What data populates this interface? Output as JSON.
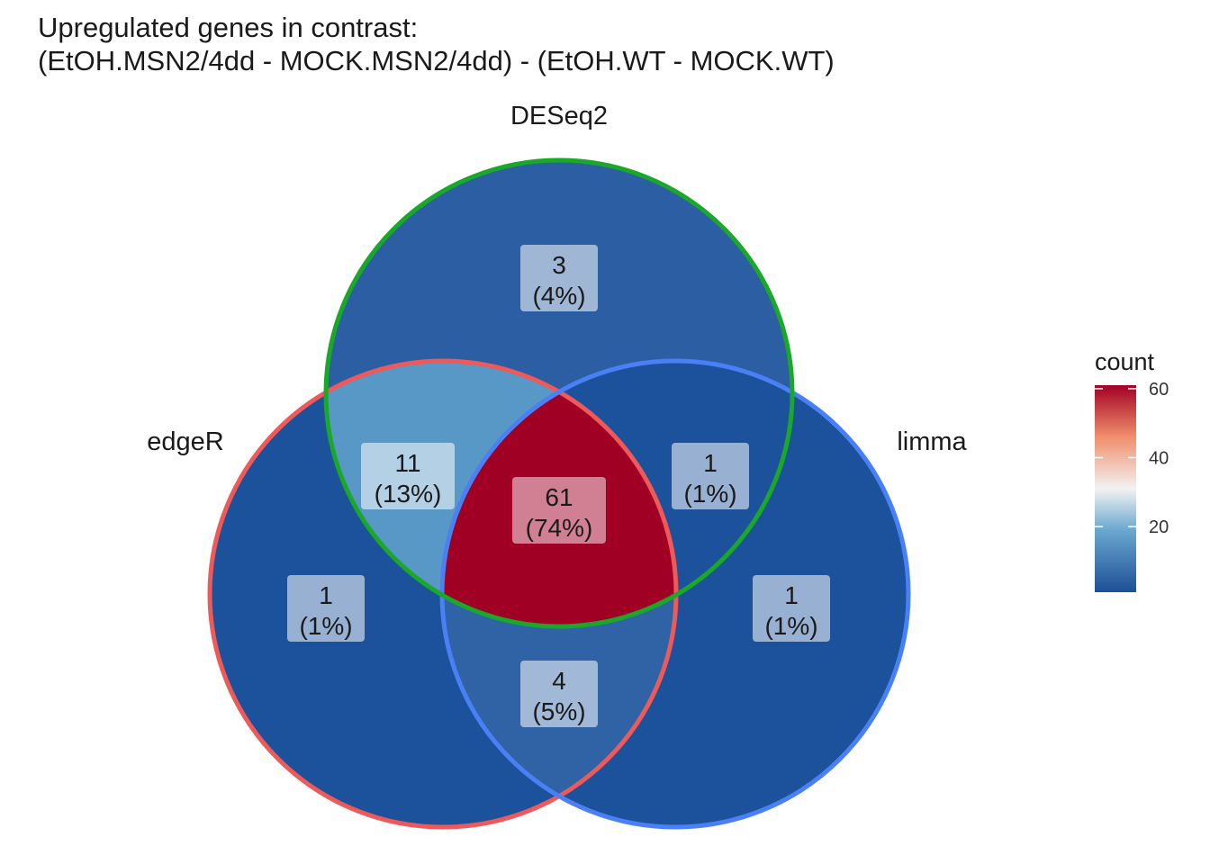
{
  "title": {
    "line1": "Upregulated genes in contrast:",
    "line2": "(EtOH.MSN2/4dd - MOCK.MSN2/4dd) - (EtOH.WT - MOCK.WT)"
  },
  "sets": {
    "deseq2": {
      "label": "DESeq2",
      "border_color": "#1aa828"
    },
    "edger": {
      "label": "edgeR",
      "border_color": "#ee5a5a"
    },
    "limma": {
      "label": "limma",
      "border_color": "#4a80f5"
    }
  },
  "regions": {
    "deseq2_only": {
      "count": "3",
      "percent": "(4%)",
      "value": 3,
      "fill": "#2c5ea3"
    },
    "edger_deseq2": {
      "count": "11",
      "percent": "(13%)",
      "value": 11,
      "fill": "#5898c6"
    },
    "all_three": {
      "count": "61",
      "percent": "(74%)",
      "value": 61,
      "fill": "#a00024"
    },
    "deseq2_limma": {
      "count": "1",
      "percent": "(1%)",
      "value": 1,
      "fill": "#1c519b"
    },
    "edger_only": {
      "count": "1",
      "percent": "(1%)",
      "value": 1,
      "fill": "#1c519b"
    },
    "limma_only": {
      "count": "1",
      "percent": "(1%)",
      "value": 1,
      "fill": "#1c519b"
    },
    "edger_limma": {
      "count": "4",
      "percent": "(5%)",
      "value": 4,
      "fill": "#3063a6"
    }
  },
  "legend": {
    "title": "count",
    "ticks": [
      {
        "label": "20",
        "value": 20
      },
      {
        "label": "40",
        "value": 40
      },
      {
        "label": "60",
        "value": 60
      }
    ],
    "range": [
      1,
      61
    ],
    "colors": {
      "low": "#1d4f96",
      "mid_low": "#6aa8d0",
      "mid": "#f2f2f2",
      "mid_high": "#f08f6c",
      "high": "#a20024"
    }
  }
}
